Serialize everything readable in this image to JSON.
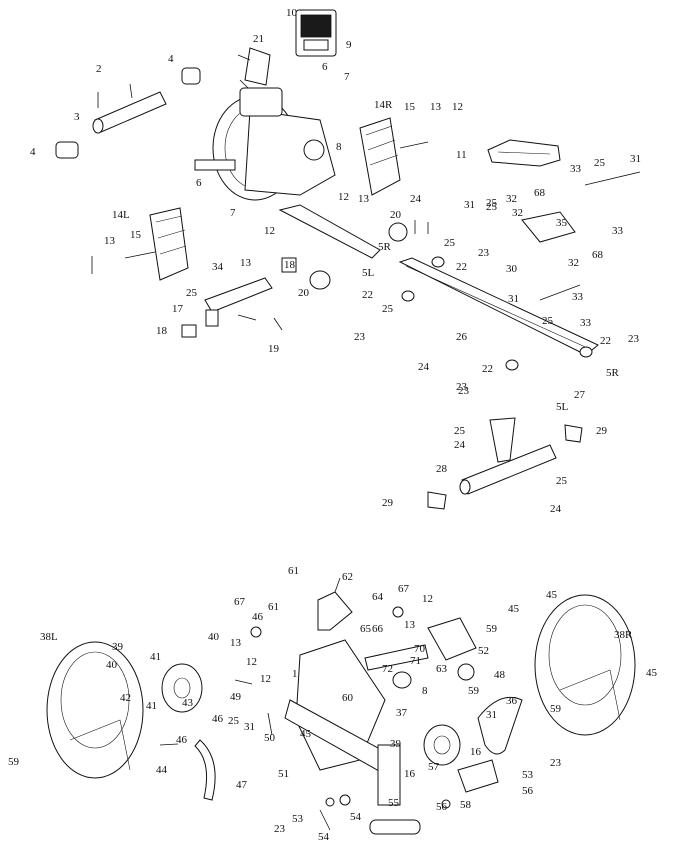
{
  "upper_callouts": [
    "10",
    "9",
    "21",
    "4",
    "2",
    "3",
    "6",
    "7",
    "14R",
    "15",
    "13",
    "12",
    "8",
    "4",
    "11",
    "33",
    "25",
    "31",
    "6",
    "7",
    "12",
    "13",
    "24",
    "32",
    "68",
    "25",
    "14L",
    "20",
    "31",
    "25",
    "32",
    "33",
    "12",
    "13",
    "15",
    "23",
    "35",
    "5R",
    "25",
    "23",
    "33",
    "5L",
    "22",
    "30",
    "32",
    "68",
    "34",
    "13",
    "18",
    "25",
    "20",
    "22",
    "17",
    "25",
    "31",
    "25",
    "33",
    "26",
    "18",
    "19",
    "23",
    "24",
    "23",
    "22",
    "22",
    "5R",
    "23",
    "5L",
    "27",
    "25",
    "24",
    "29",
    "28",
    "25",
    "29",
    "24"
  ],
  "lower_callouts": [
    "61",
    "62",
    "67",
    "46",
    "61",
    "64",
    "65",
    "66",
    "12",
    "13",
    "67",
    "52",
    "59",
    "45",
    "45",
    "38R",
    "38L",
    "39",
    "40",
    "41",
    "43",
    "13",
    "12",
    "70",
    "71",
    "72",
    "63",
    "48",
    "59",
    "45",
    "40",
    "42",
    "41",
    "12",
    "49",
    "1",
    "60",
    "8",
    "36",
    "37",
    "31",
    "39",
    "16",
    "16",
    "50",
    "51",
    "44",
    "46",
    "46",
    "25",
    "31",
    "47",
    "57",
    "56",
    "58",
    "53",
    "23",
    "54",
    "56",
    "55",
    "54",
    "53",
    "23",
    "59",
    "45",
    "59"
  ]
}
